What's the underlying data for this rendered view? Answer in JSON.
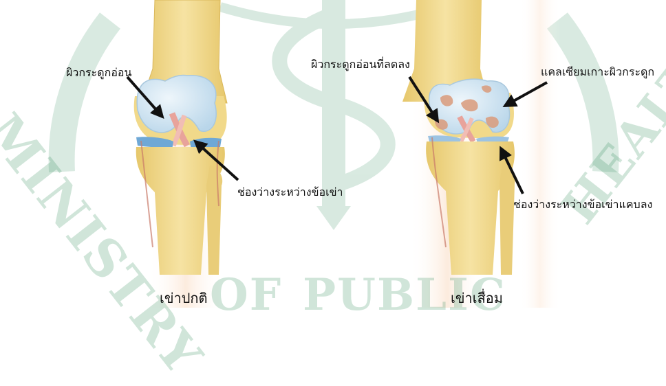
{
  "watermark": {
    "word1": "MINISTRY",
    "word2": "OF",
    "word3": "PUBLIC",
    "word4": "HEALTH"
  },
  "normal_knee": {
    "caption": "เข่าปกติ",
    "cartilage_label": "ผิวกระดูกอ่อน",
    "joint_space_label": "ช่องว่างระหว่างข้อเข่า"
  },
  "arthritic_knee": {
    "caption": "เข่าเสื่อม",
    "reduced_cartilage_label": "ผิวกระดูกอ่อนที่ลดลง",
    "calcium_label": "แคลเซียมเกาะผิวกระดูก",
    "narrowed_space_label": "ช่องว่างระหว่างข้อเข่าแคบลง"
  },
  "colors": {
    "bone": "#f1d98a",
    "bone_shadow": "#e3c46a",
    "cartilage": "#cfe4f2",
    "meniscus": "#6fa8d6",
    "ligament": "#e8a39b",
    "lesion": "#d99a7a",
    "watermark": "#2e8b57"
  }
}
